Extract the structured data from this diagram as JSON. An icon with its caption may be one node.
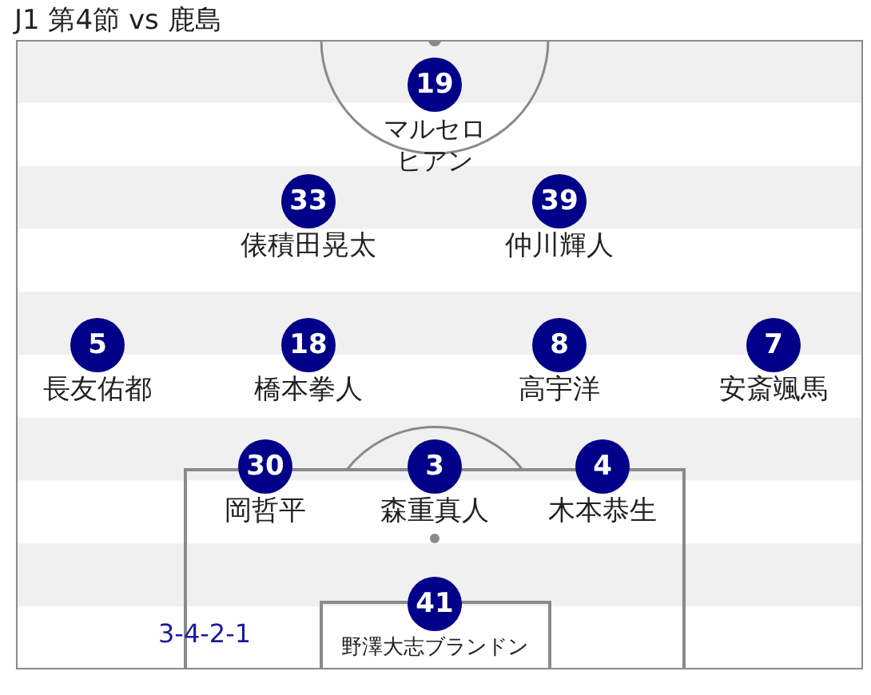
{
  "diagram": {
    "title": "J1 第4節 vs 鹿島",
    "nodes": [
      {
        "text": [
          "19"
        ],
        "beside": [
          "マルセロヒアン"
        ]
      },
      {
        "text": [
          "33"
        ],
        "beside": [
          "俵積田晃太"
        ]
      },
      {
        "text": [
          "39"
        ],
        "beside": [
          "仲川輝人"
        ]
      },
      {
        "text": [
          "5"
        ],
        "beside": [
          "長友佑都"
        ]
      },
      {
        "text": [
          "18"
        ],
        "beside": [
          "橋本拳人"
        ]
      },
      {
        "text": [
          "8"
        ],
        "beside": [
          "高宇洋"
        ]
      },
      {
        "text": [
          "7"
        ],
        "beside": [
          "安斎颯馬"
        ]
      },
      {
        "text": [
          "30"
        ],
        "beside": [
          "岡哲平"
        ]
      },
      {
        "text": [
          "3"
        ],
        "beside": [
          "森重真人"
        ]
      },
      {
        "text": [
          "4"
        ],
        "beside": [
          "木本恭生"
        ]
      },
      {
        "text": [
          "41"
        ],
        "beside": [
          "野澤大志ブランドン"
        ]
      }
    ],
    "labels": [
      "3-4-2-1"
    ]
  }
}
